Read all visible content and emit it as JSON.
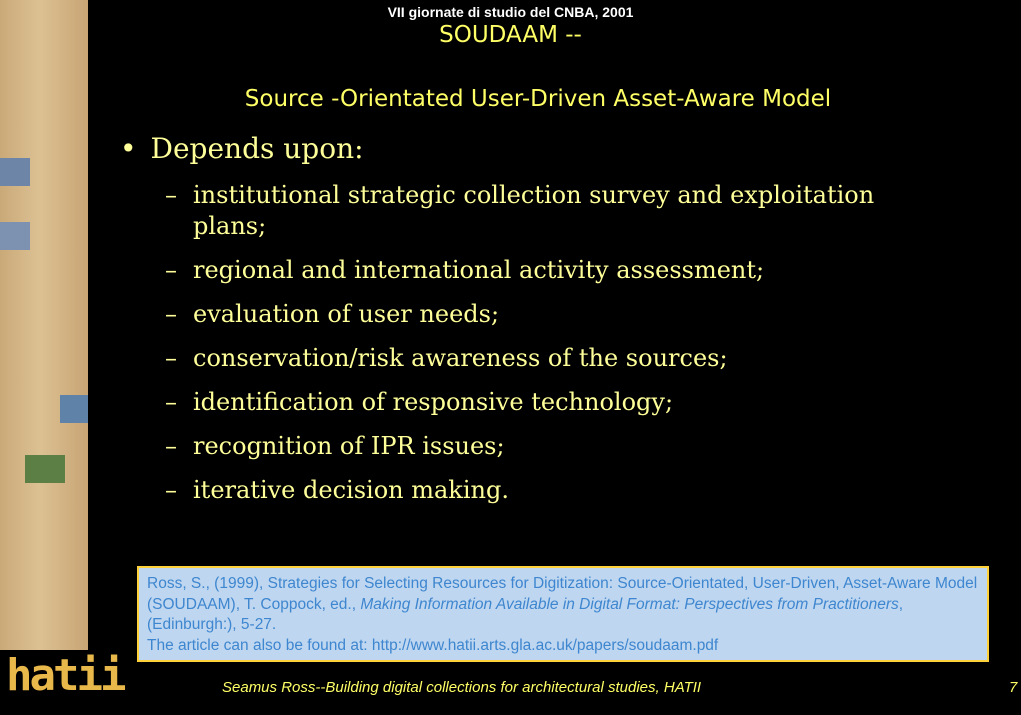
{
  "header": {
    "conference": "VII giornate di studio del CNBA, 2001",
    "title": "SOUDAAM --",
    "subtitle": "Source -Orientated User-Driven Asset-Aware Model"
  },
  "content": {
    "main_bullet_marker": "•",
    "main_bullet": "Depends upon:",
    "dash": "–",
    "items": [
      "institutional strategic collection survey and exploitation plans;",
      "regional and international activity assessment;",
      "evaluation of user needs;",
      "conservation/risk awareness of the sources;",
      "identification of responsive technology;",
      "recognition of IPR issues;",
      "iterative decision making."
    ]
  },
  "reference": {
    "part1": "Ross, S., (1999), Strategies for Selecting Resources for Digitization: Source-Orientated, User-Driven, Asset-Aware Model (SOUDAAM), T. Coppock, ed., ",
    "italic": "Making Information Available in Digital Format: Perspectives from Practitioners",
    "part2": ", (Edinburgh:), 5-27.",
    "url_line": "The article can also be found at: http://www.hatii.arts.gla.ac.uk/papers/soudaam.pdf"
  },
  "footer": {
    "text": "Seamus Ross--Building digital collections for architectural studies, HATII",
    "page": "7"
  },
  "logo": {
    "text": "hatii"
  },
  "colors": {
    "background": "#000000",
    "title": "#ffff66",
    "body_text": "#ffff99",
    "reference_bg": "#bed6f0",
    "reference_text": "#3e86cf",
    "reference_border": "#ffd23c"
  }
}
